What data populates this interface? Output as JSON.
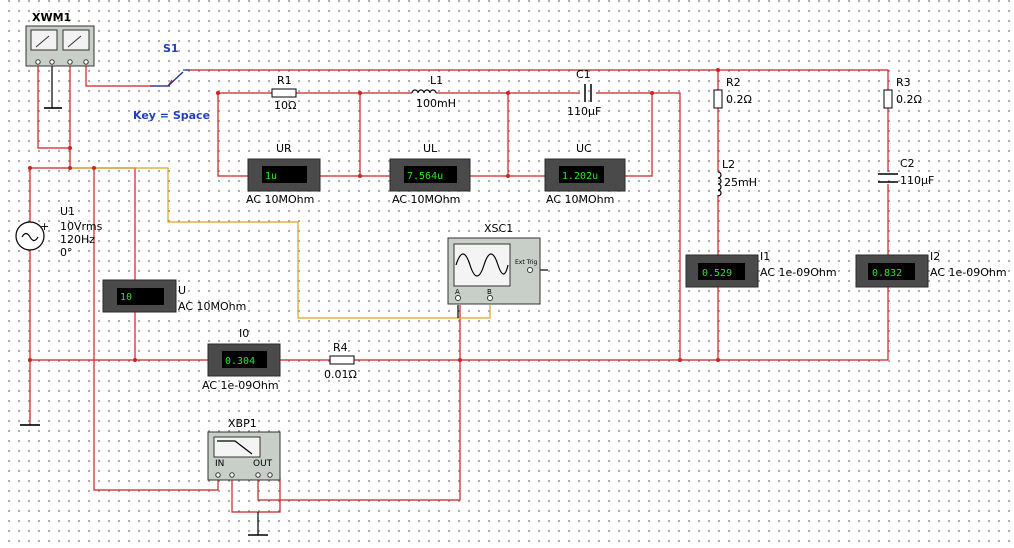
{
  "xwm1": {
    "ref": "XWM1"
  },
  "switch": {
    "ref": "S1",
    "key": "Key = Space"
  },
  "source": {
    "ref": "U1",
    "voltage": "10Vrms",
    "freq": "120Hz",
    "phase": "0°"
  },
  "r1": {
    "ref": "R1",
    "value": "10Ω"
  },
  "l1": {
    "ref": "L1",
    "value": "100mH"
  },
  "c1": {
    "ref": "C1",
    "value": "110µF"
  },
  "r2": {
    "ref": "R2",
    "value": "0.2Ω"
  },
  "r3": {
    "ref": "R3",
    "value": "0.2Ω"
  },
  "l2": {
    "ref": "L2",
    "value": "25mH"
  },
  "c2": {
    "ref": "C2",
    "value": "110µF"
  },
  "r4": {
    "ref": "R4",
    "value": "0.01Ω"
  },
  "meters": {
    "ur": {
      "ref": "UR",
      "reading": "1u",
      "mode": "AC  10MOhm"
    },
    "ul": {
      "ref": "UL",
      "reading": "7.564u",
      "mode": "AC  10MOhm"
    },
    "uc": {
      "ref": "UC",
      "reading": "1.202u",
      "mode": "AC  10MOhm"
    },
    "u": {
      "ref": "U",
      "reading": "10",
      "mode": "AC  10MOhm"
    },
    "i0": {
      "ref": "I0",
      "reading": "0.304",
      "mode": "AC  1e-09Ohm"
    },
    "i1": {
      "ref": "I1",
      "reading": "0.529",
      "mode": "AC  1e-09Ohm"
    },
    "i2": {
      "ref": "I2",
      "reading": "0.832",
      "mode": "AC  1e-09Ohm"
    }
  },
  "xsc1": {
    "ref": "XSC1",
    "ext_trig": "Ext Trig",
    "ch_a": "A",
    "ch_b": "B"
  },
  "xbp1": {
    "ref": "XBP1",
    "in": "IN",
    "out": "OUT"
  },
  "colors": {
    "wire": "#cc2222",
    "lcd_text": "#27e827",
    "meter_body": "#4a4a4a",
    "switch_label": "#1f3fbf"
  },
  "icons": [
    "wattmeter-icon",
    "switch-icon",
    "ac-source-icon",
    "resistor-icon",
    "inductor-icon",
    "capacitor-icon",
    "oscilloscope-icon",
    "bode-plotter-icon",
    "ground-icon"
  ]
}
